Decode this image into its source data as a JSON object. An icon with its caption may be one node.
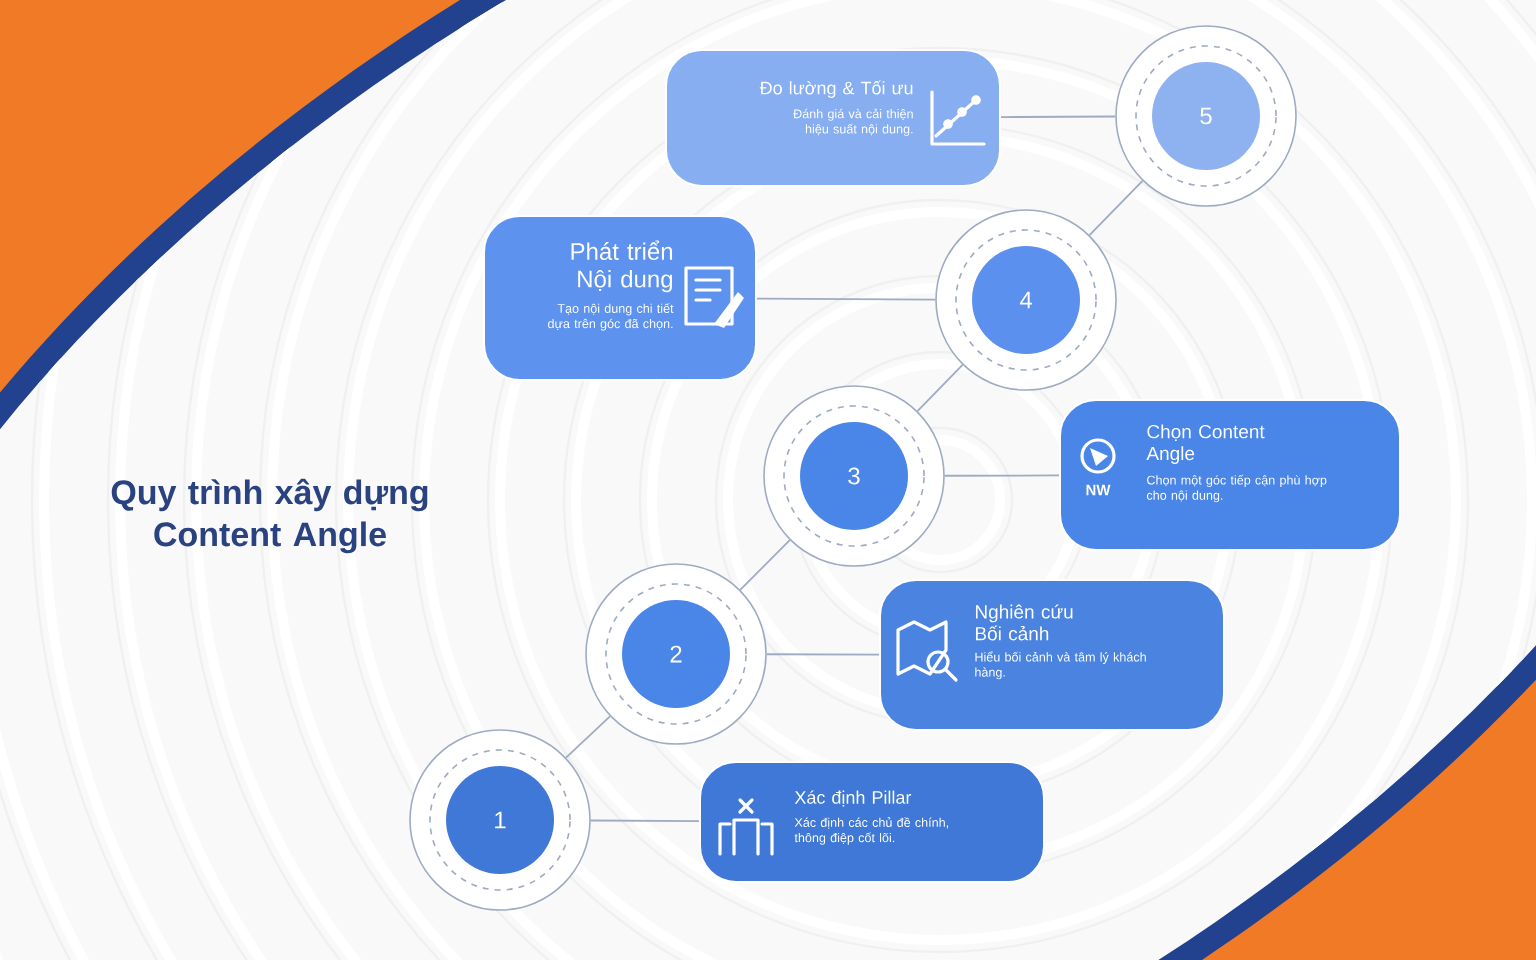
{
  "diagram": {
    "title": "Quy trình xây dựng Content Angle",
    "nodes": [
      {
        "text": [
          "Đo lường & Tối ưu",
          "Đánh giá và cải thiện hiệu suất nội dung."
        ]
      },
      {
        "text": [
          "5"
        ]
      },
      {
        "text": [
          "Phát triển Nội dung",
          "Tạo nội dung chi tiết dựa trên góc đã chọn."
        ]
      },
      {
        "text": [
          "4"
        ]
      },
      {
        "text": [
          "3"
        ]
      },
      {
        "text": [
          "Chọn Content Angle",
          "Chọn một góc tiếp cận phù hợp cho nội dung."
        ]
      },
      {
        "text": [
          "2"
        ]
      },
      {
        "text": [
          "Nghiên cứu Bối cảnh",
          "Hiểu bối cảnh và tâm lý khách hàng."
        ]
      },
      {
        "text": [
          "1"
        ]
      },
      {
        "text": [
          "Xác định Pillar",
          "Xác định các chủ đề chính, thông điệp cốt lõi."
        ]
      }
    ],
    "edges": [
      {
        "from": 1,
        "to": 0,
        "arrow": "none"
      },
      {
        "from": 3,
        "to": 2,
        "arrow": "none"
      },
      {
        "from": 4,
        "to": 5,
        "arrow": "none"
      },
      {
        "from": 6,
        "to": 7,
        "arrow": "none"
      },
      {
        "from": 8,
        "to": 9,
        "arrow": "none"
      },
      {
        "from": 8,
        "to": 6,
        "arrow": "none"
      },
      {
        "from": 6,
        "to": 4,
        "arrow": "none"
      },
      {
        "from": 4,
        "to": 3,
        "arrow": "none"
      },
      {
        "from": 3,
        "to": 1,
        "arrow": "none"
      }
    ],
    "labels": [
      "NW"
    ]
  }
}
